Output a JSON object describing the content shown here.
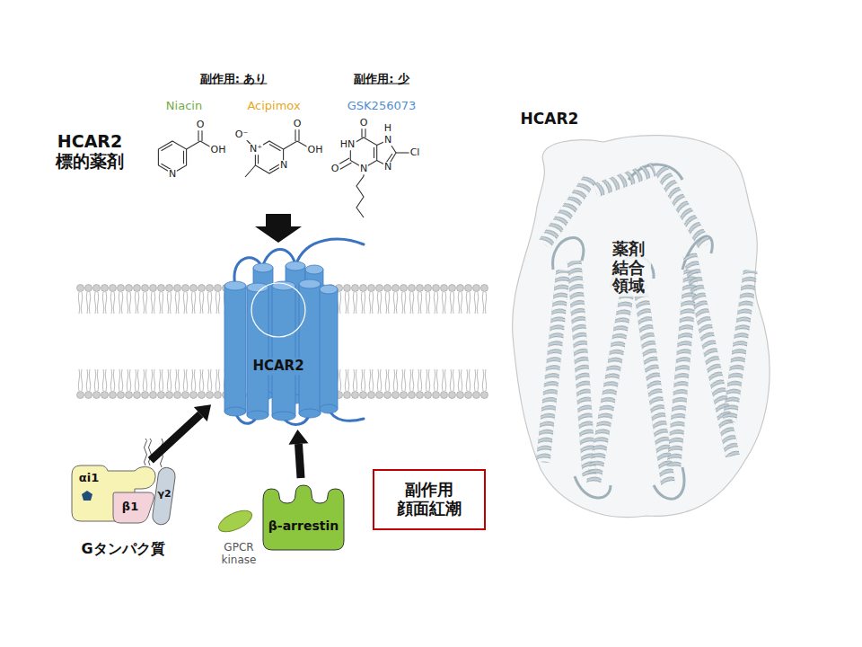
{
  "diagram": {
    "nodes": [
      {
        "text": [
          "HCAR2",
          "薬剤 結合 領域"
        ]
      },
      {
        "text": [
          "HCAR2"
        ]
      },
      {
        "text": [
          "αi1"
        ]
      },
      {
        "text": [
          "β1"
        ]
      },
      {
        "text": [
          "γ2"
        ]
      },
      {
        "text": [
          "副作用 顔面紅潮"
        ]
      },
      {
        "text": [
          "GPCR kinase"
        ]
      },
      {
        "text": [
          "β-arrestin"
        ]
      }
    ],
    "edges": [
      {
        "from": 2,
        "to": 1,
        "arrow": "to"
      },
      {
        "from": 7,
        "to": 1,
        "arrow": "to"
      }
    ],
    "labels": [
      "副作用: あり",
      "副作用: 少",
      "Niacin",
      "Acipimox",
      "GSK256073",
      "HCAR2 標的薬剤",
      "O",
      "OH",
      "N",
      "O⁻",
      "N⁺",
      "O",
      "OH",
      "N",
      "O",
      "H",
      "HN",
      "N",
      "Cl",
      "O",
      "N",
      "N",
      "Gタンパク質"
    ]
  }
}
